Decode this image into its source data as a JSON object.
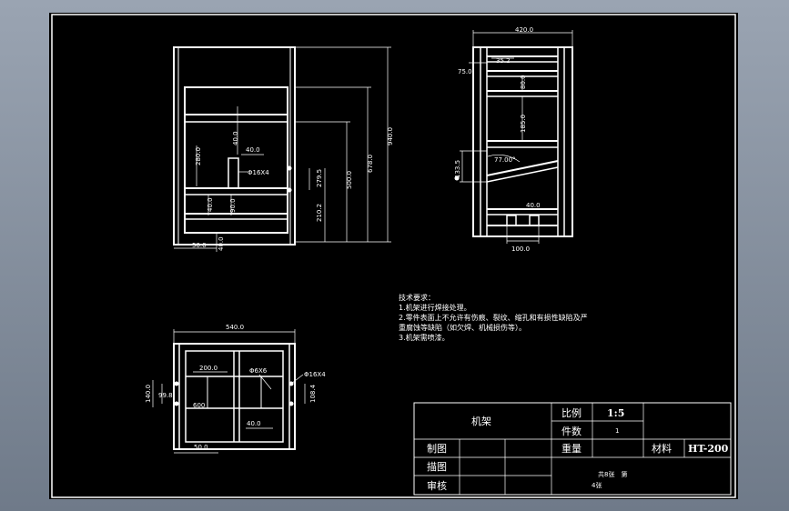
{
  "drawing": {
    "front_view": {
      "dims": [
        "940.0",
        "678.0",
        "500.0",
        "279.5",
        "210.2",
        "280.0",
        "40.0",
        "40.0",
        "90.0",
        "40.0",
        "40.0",
        "50.0",
        "40.0",
        "Φ16X4"
      ]
    },
    "side_view": {
      "dims": [
        "420.0",
        "35.2",
        "75.0",
        "80.0",
        "185.0",
        "133.5",
        "77.00°",
        "40.0",
        "100.0"
      ]
    },
    "top_view": {
      "dims": [
        "540.0",
        "200.0",
        "600",
        "40.0",
        "50.0",
        "140.0",
        "99.8",
        "108.4",
        "Φ6X6",
        "Φ16X4"
      ]
    },
    "tech": {
      "title": "技术要求：",
      "lines": [
        "1.机架进行焊接处理。",
        "2.零件表面上不允许有伤痕、裂纹、缩孔和有损性缺陷及严",
        "重腐蚀等缺陷（如欠焊、机械损伤等）。",
        "3.机架需喷漆。"
      ]
    },
    "title_block": {
      "name": "机架",
      "scale_label": "比例",
      "scale_value": "1:5",
      "count_label": "件数",
      "count_value": "1",
      "weight_label": "重量",
      "material_label": "材料",
      "material_value": "HT-200",
      "draw_label": "制图",
      "trace_label": "描图",
      "review_label": "审核",
      "sheets_text": "共8张　第",
      "sheet_no": "4张"
    }
  }
}
